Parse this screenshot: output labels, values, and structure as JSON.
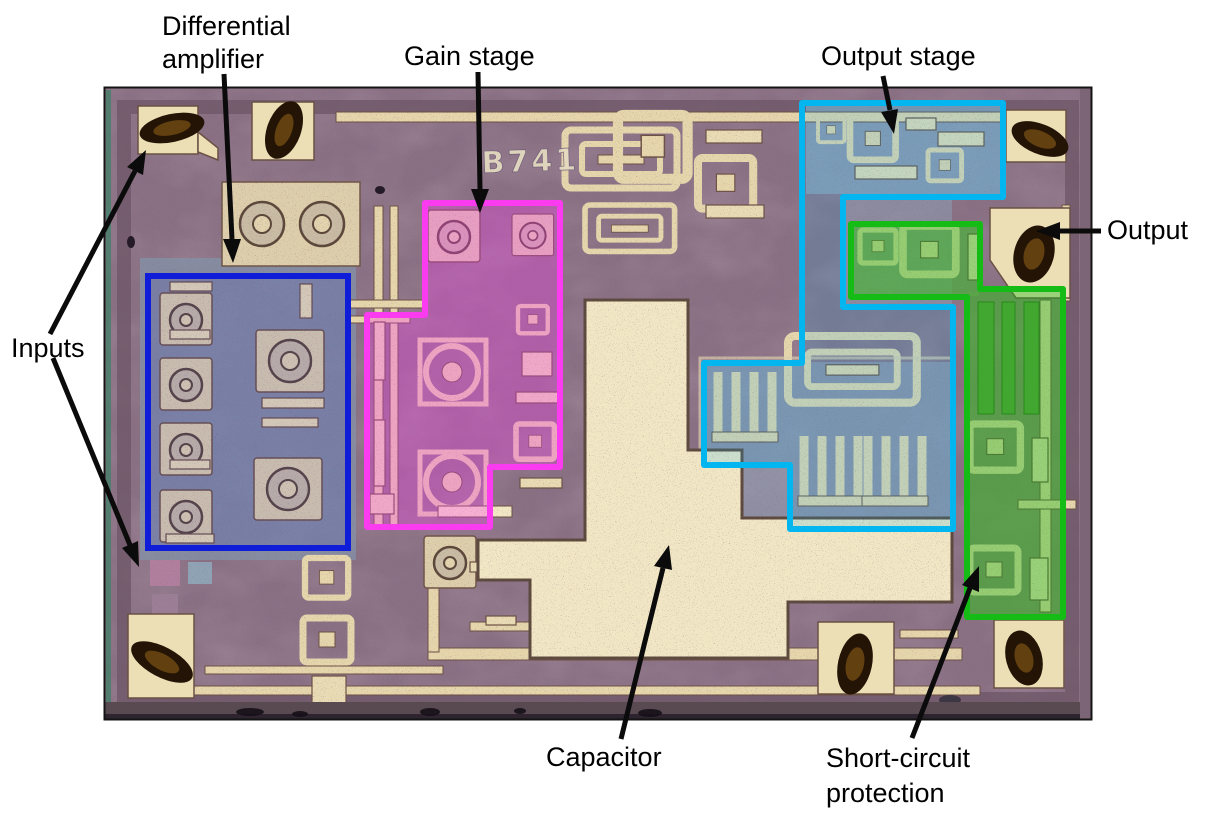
{
  "die": {
    "marking": "B741"
  },
  "annotations": {
    "arrow_color": "#0b0b0b",
    "inputs": {
      "label": "Inputs"
    },
    "differential_amplifier": {
      "label": "Differential amplifier",
      "line1": "Differential",
      "line2": "amplifier"
    },
    "gain_stage": {
      "label": "Gain stage"
    },
    "output_stage": {
      "label": "Output stage"
    },
    "output": {
      "label": "Output"
    },
    "capacitor": {
      "label": "Capacitor"
    },
    "short_circuit_protection": {
      "label": "Short-circuit protection",
      "line1": "Short-circuit",
      "line2": "protection"
    }
  },
  "regions": {
    "differential_amplifier": {
      "name": "Differential amplifier",
      "color": "#0f1cd8"
    },
    "gain_stage": {
      "name": "Gain stage",
      "color": "#fb3bf0"
    },
    "output_stage": {
      "name": "Output stage",
      "color": "#04b6f0"
    },
    "short_circuit_protection": {
      "name": "Short-circuit protection",
      "color": "#16bc16"
    }
  }
}
